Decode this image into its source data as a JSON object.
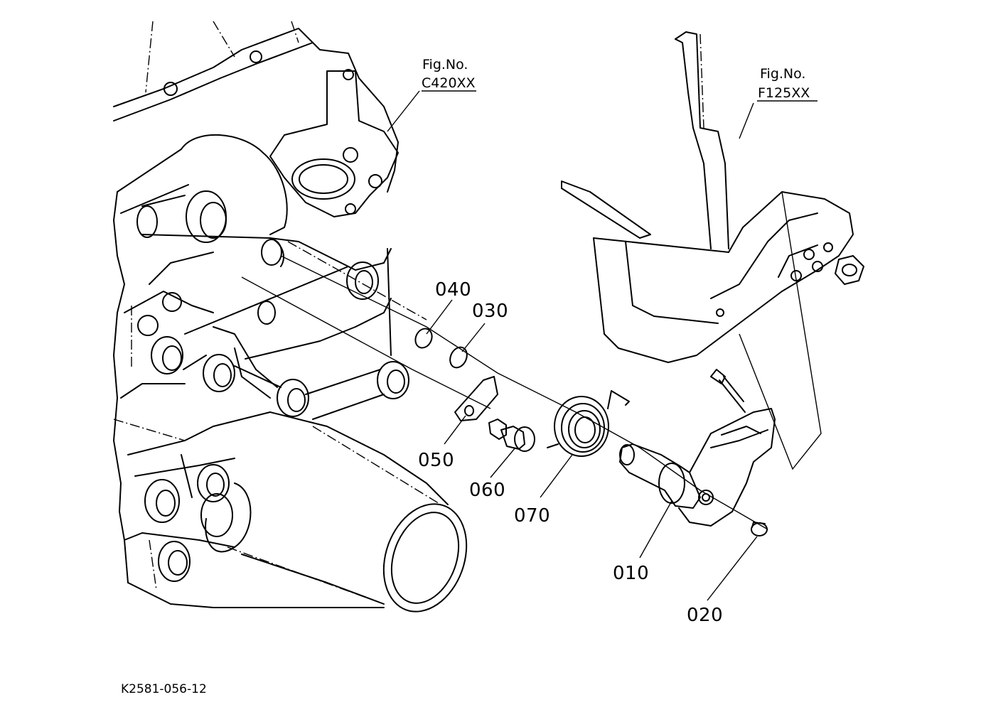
{
  "diagram_code": "K2581-056-12",
  "figure_refs": [
    {
      "label": "Fig.No.",
      "number": "C420XX"
    },
    {
      "label": "Fig.No.",
      "number": "F125XX"
    }
  ],
  "parts": [
    {
      "number": "010"
    },
    {
      "number": "020"
    },
    {
      "number": "030"
    },
    {
      "number": "040"
    },
    {
      "number": "050"
    },
    {
      "number": "060"
    },
    {
      "number": "070"
    }
  ]
}
